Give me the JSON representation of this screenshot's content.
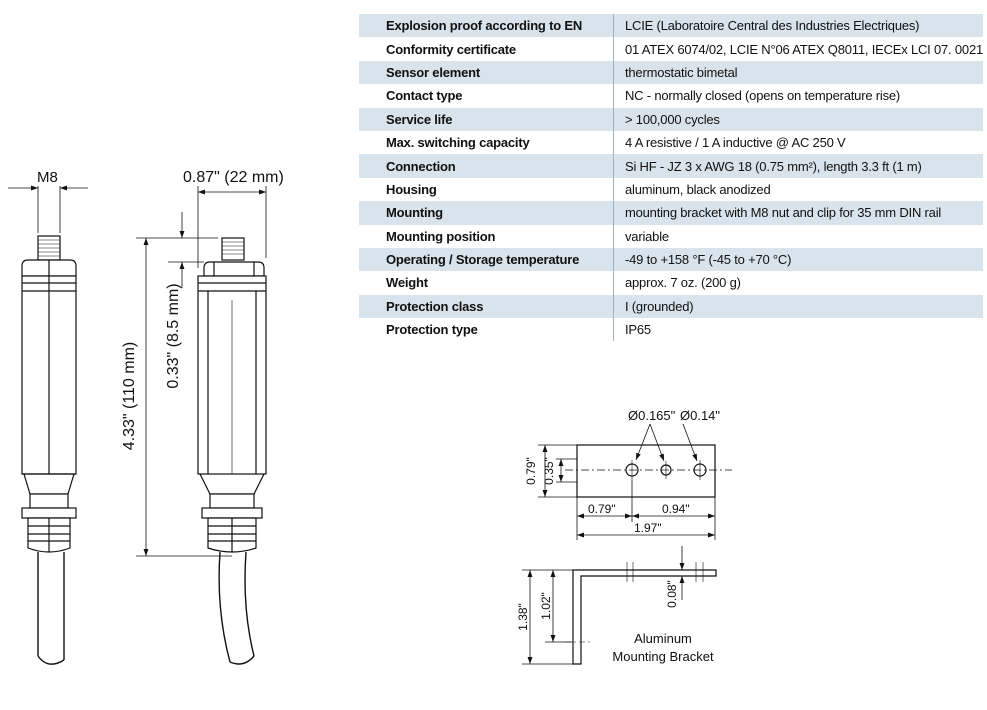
{
  "specifications": [
    {
      "label": "Explosion proof according to EN",
      "value": "LCIE (Laboratoire Central des Industries Electriques)"
    },
    {
      "label": "Conformity certificate",
      "value": "01 ATEX 6074/02, LCIE N°06 ATEX Q8011, IECEx LCI 07. 0021"
    },
    {
      "label": "Sensor element",
      "value": "thermostatic bimetal"
    },
    {
      "label": "Contact type",
      "value": "NC - normally closed  (opens on temperature rise)"
    },
    {
      "label": "Service life",
      "value": "> 100,000 cycles"
    },
    {
      "label": "Max. switching capacity",
      "value": "4 A resistive / 1 A inductive @ AC 250 V"
    },
    {
      "label": "Connection",
      "value": "Si HF - JZ 3 x AWG 18 (0.75 mm²), length 3.3 ft (1 m)"
    },
    {
      "label": "Housing",
      "value": "aluminum, black anodized"
    },
    {
      "label": "Mounting",
      "value": "mounting bracket with M8 nut and clip for 35 mm DIN rail"
    },
    {
      "label": "Mounting position",
      "value": "variable"
    },
    {
      "label": "Operating / Storage temperature",
      "value": "-49 to +158 °F (-45 to +70 °C)"
    },
    {
      "label": "Weight",
      "value": "approx. 7 oz. (200 g)"
    },
    {
      "label": "Protection class",
      "value": "I (grounded)"
    },
    {
      "label": "Protection type",
      "value": "IP65"
    }
  ],
  "sensor_drawing": {
    "thread_label": "M8",
    "width_label": "0.87\" (22 mm)",
    "length_label": "4.33\" (110 mm)",
    "thread_length_label": "0.33\" (8.5 mm)"
  },
  "bracket_drawing": {
    "hole_large": "Ø0.165\"",
    "hole_small": "Ø0.14\"",
    "height_079": "0.79\"",
    "height_035": "0.35\"",
    "offset_079": "0.79\"",
    "spacing_094": "0.94\"",
    "length_197": "1.97\"",
    "height_138": "1.38\"",
    "height_102": "1.02\"",
    "thickness_008": "0.08\"",
    "caption_line1": "Aluminum",
    "caption_line2": "Mounting Bracket"
  }
}
